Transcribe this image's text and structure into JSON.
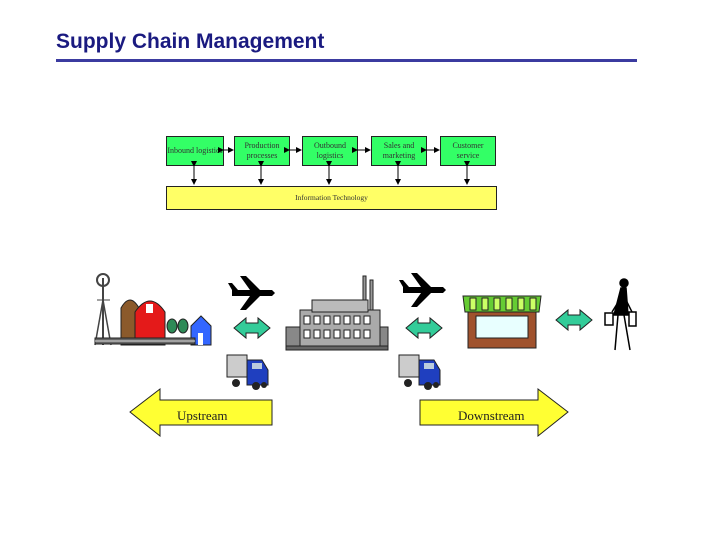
{
  "title": "Supply Chain Management",
  "activities": [
    {
      "label": "Inbound logistics"
    },
    {
      "label": "Production processes"
    },
    {
      "label": "Outbound logistics"
    },
    {
      "label": "Sales and marketing"
    },
    {
      "label": "Customer service"
    }
  ],
  "it_bar": {
    "label": "Information Technology"
  },
  "arrows": {
    "upstream": "Upstream",
    "downstream": "Downstream"
  },
  "colors": {
    "title": "#1a1a80",
    "title_rule": "#3b3ba0",
    "activity_box": "#33ff66",
    "it_bar": "#ffff66",
    "big_arrow": "#ffff33",
    "double_arrow": "#33cc99"
  },
  "icons": [
    "farm-icon",
    "airplane-icon",
    "truck-icon",
    "factory-icon",
    "shop-icon",
    "shopper-icon"
  ]
}
